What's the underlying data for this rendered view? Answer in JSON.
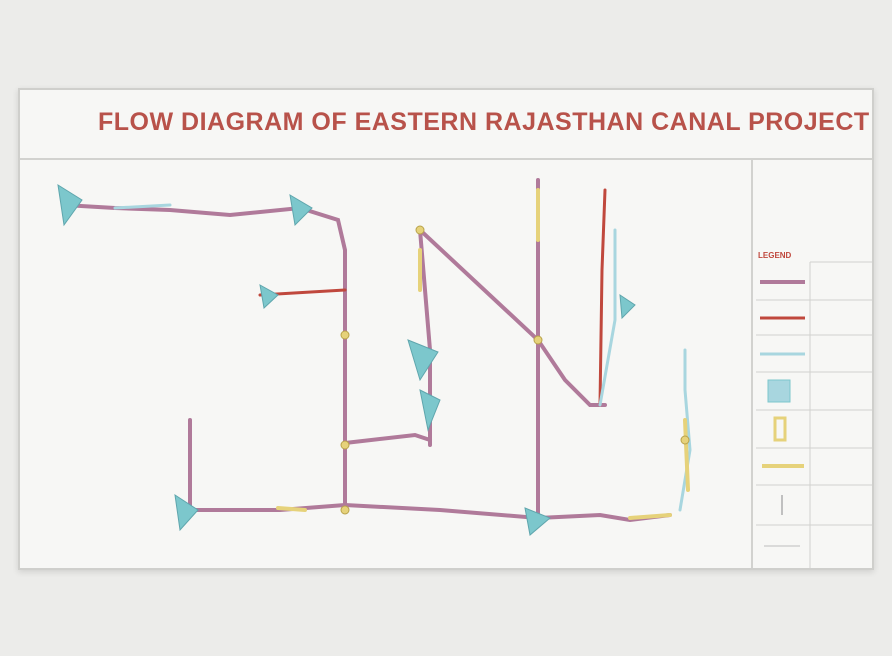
{
  "diagram": {
    "title": "FLOW DIAGRAM OF EASTERN RAJASTHAN CANAL PROJECT",
    "legend_title": "LEGEND",
    "colors": {
      "title": "#b8524a",
      "canal": "#b07a9a",
      "feeder": "#c0483d",
      "reservoir": "#7cc7cc",
      "barrage": "#e6d27a",
      "frame": "#cfcfcc"
    },
    "legend_items": [
      {
        "symbol": "canal-line"
      },
      {
        "symbol": "feeder-line"
      },
      {
        "symbol": "pipeline"
      },
      {
        "symbol": "reservoir"
      },
      {
        "symbol": "barrage"
      },
      {
        "symbol": "weir"
      },
      {
        "symbol": "drop"
      },
      {
        "symbol": "other"
      }
    ]
  }
}
